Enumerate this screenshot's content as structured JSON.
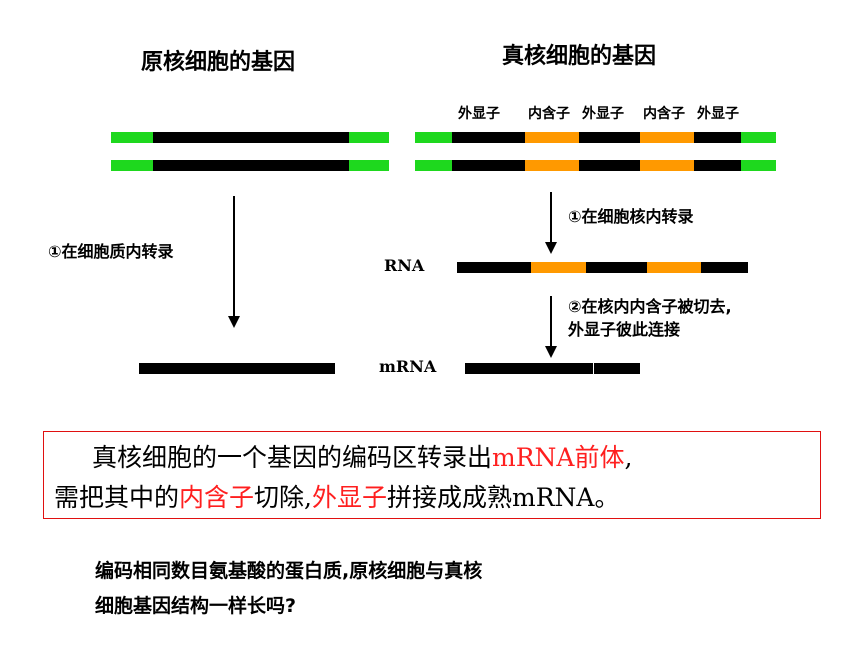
{
  "prokaryote": {
    "title": "原核细胞的基因",
    "step1": "①在细胞质内转录"
  },
  "eukaryote": {
    "title": "真核细胞的基因",
    "segment_labels": [
      "外显子",
      "内含子",
      "外显子",
      "内含子",
      "外显子"
    ],
    "step1": "①在细胞核内转录",
    "step2_line1": "②在核内内含子被切去,",
    "step2_line2": "外显子彼此连接"
  },
  "labels": {
    "rna": "RNA",
    "mrna": "mRNA"
  },
  "summary": {
    "line1_a": "真核细胞的一个基因的编码区转录出",
    "line1_red": "mRNA前体",
    "line1_b": ",",
    "line2_a": "需把其中的",
    "line2_red1": "内含子",
    "line2_b": "切除,",
    "line2_red2": "外显子",
    "line2_c": "拼接成成熟mRNA。"
  },
  "question": {
    "line1": "编码相同数目氨基酸的蛋白质,原核细胞与真核",
    "line2": "细胞基因结构一样长吗?"
  },
  "colors": {
    "noncoding": "#1ed81e",
    "exon": "#000000",
    "intron": "#ff9900",
    "highlight": "#ff1f1f"
  }
}
